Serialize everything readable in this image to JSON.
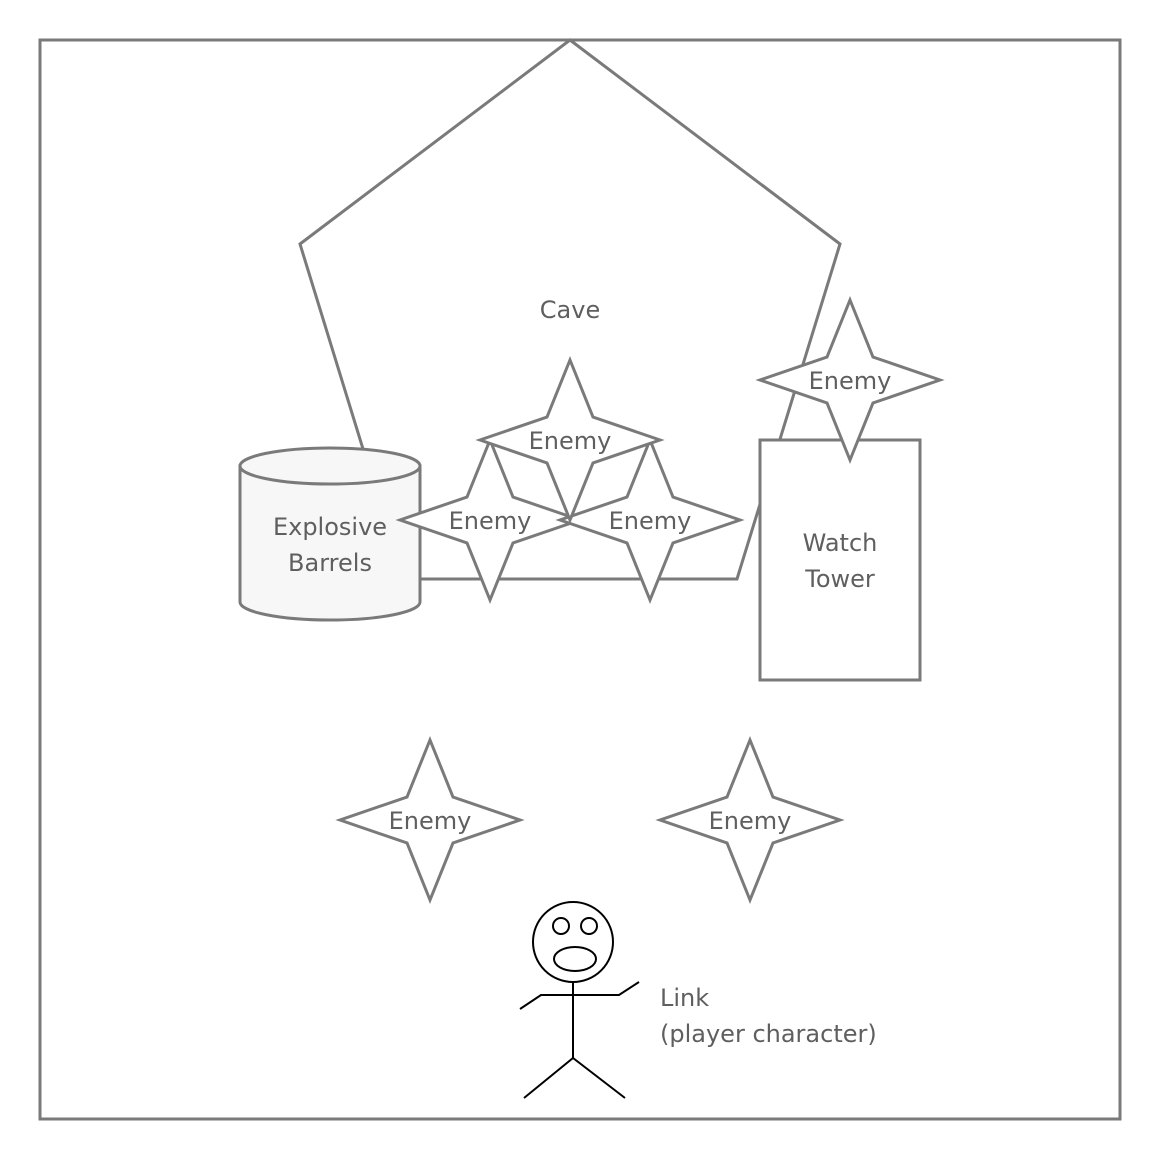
{
  "labels": {
    "cave": "Cave",
    "barrels_line1": "Explosive",
    "barrels_line2": "Barrels",
    "tower_line1": "Watch",
    "tower_line2": "Tower",
    "player_line1": "Link",
    "player_line2": "(player character)"
  },
  "enemies": [
    {
      "label": "Enemy"
    },
    {
      "label": "Enemy"
    },
    {
      "label": "Enemy"
    },
    {
      "label": "Enemy"
    },
    {
      "label": "Enemy"
    },
    {
      "label": "Enemy"
    }
  ],
  "colors": {
    "stroke": "#7a7a7a",
    "text": "#5f5f5f",
    "barrel_fill": "#f7f7f7",
    "stick_figure": "#000000"
  }
}
